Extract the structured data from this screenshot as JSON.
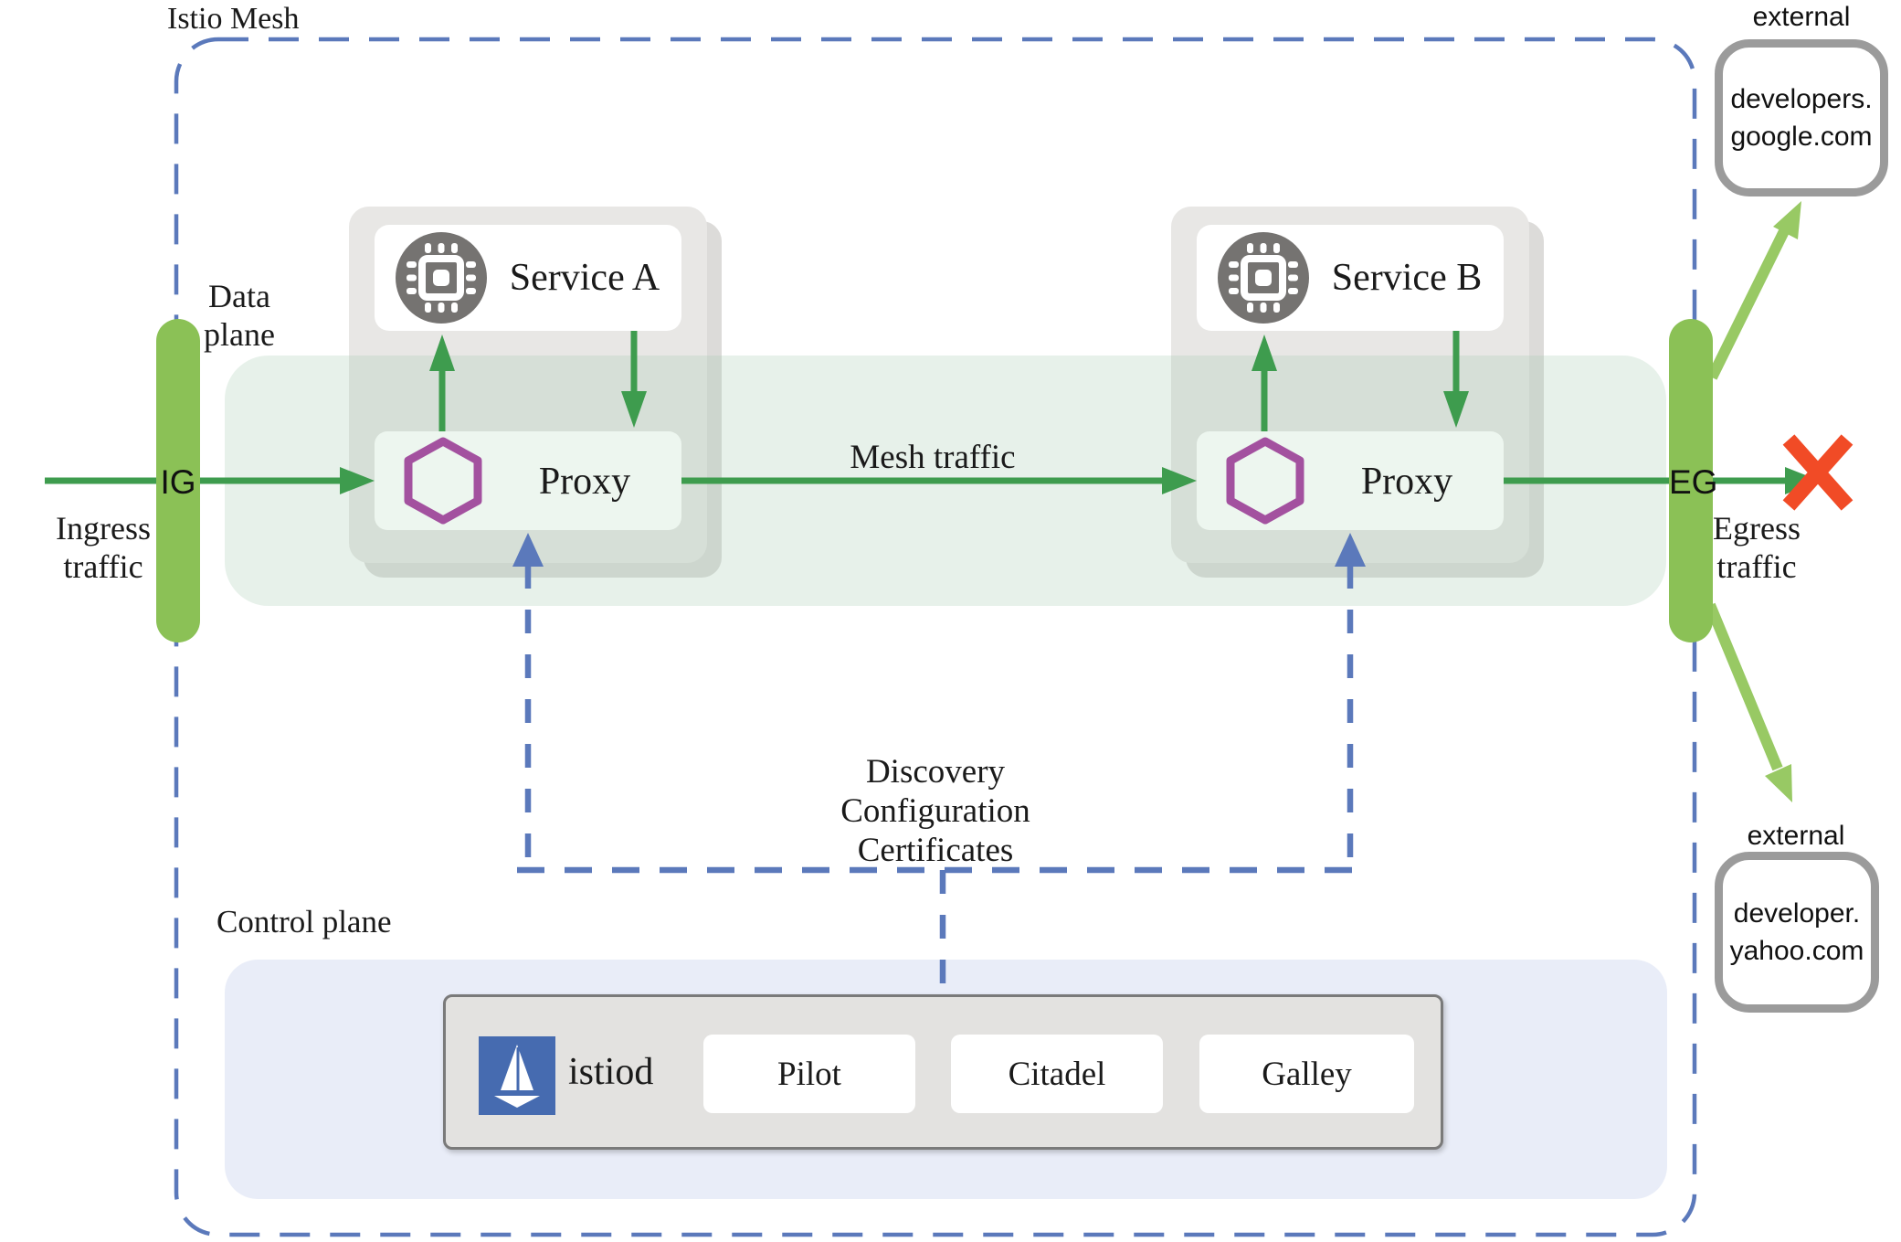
{
  "mesh": {
    "title": "Istio Mesh"
  },
  "planes": {
    "data": "Data plane",
    "control": "Control plane"
  },
  "traffic": {
    "ingress_label": "Ingress traffic",
    "egress_label": "Egress traffic",
    "mesh_label": "Mesh traffic",
    "ingress_gateway": "IG",
    "egress_gateway": "EG"
  },
  "workloads": {
    "service_a": {
      "name": "Service A",
      "proxy": "Proxy"
    },
    "service_b": {
      "name": "Service B",
      "proxy": "Proxy"
    }
  },
  "connector": {
    "labels": [
      "Discovery",
      "Configuration",
      "Certificates"
    ]
  },
  "control_plane": {
    "istiod": "istiod",
    "components": [
      "Pilot",
      "Citadel",
      "Galley"
    ]
  },
  "external": {
    "google": {
      "tag": "external",
      "lines": [
        "developers.",
        "google.com"
      ]
    },
    "yahoo": {
      "tag": "external",
      "lines": [
        "developer.",
        "yahoo.com"
      ]
    }
  },
  "colors": {
    "mesh_border_blue": "#5b79bb",
    "dark_green": "#3e9c4e",
    "gateway_green": "#8bc156",
    "external_arrow_green": "#98c964",
    "data_plane_band": "rgba(167,203,176,0.27)",
    "proxy_fill": "#edf6ef",
    "pod_gray": "#e8e7e5",
    "pod_gray_back": "#dcdbd9",
    "hexagon_purple": "#a3519f",
    "istio_blue": "#466bb0",
    "control_panel_lavender": "#e9edf8",
    "blocked_x_red": "#f14b26",
    "external_border_gray": "#9b9b9b",
    "cpu_circle_gray": "#757371"
  }
}
